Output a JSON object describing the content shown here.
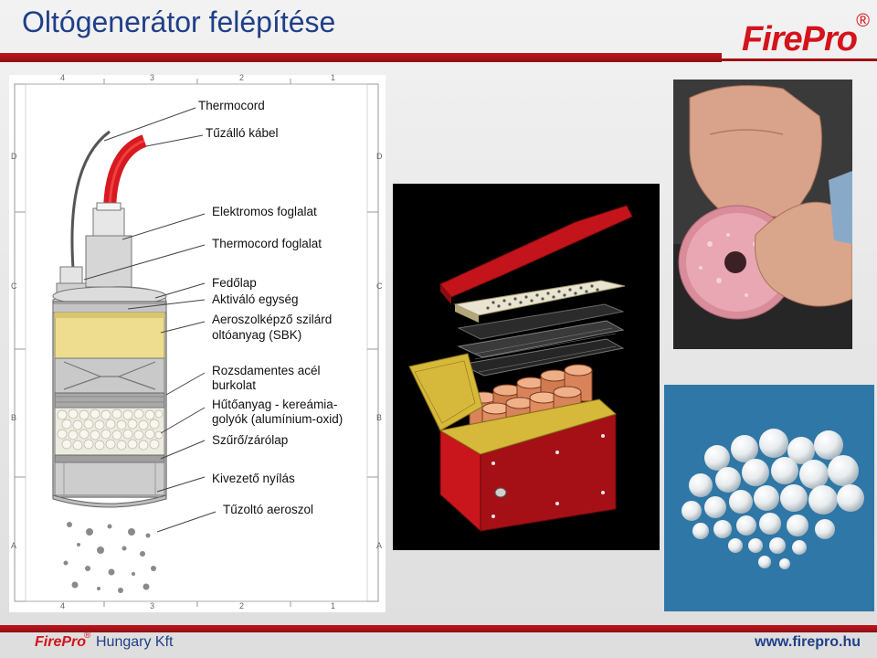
{
  "header": {
    "title": "Oltógenerátor felépítése",
    "logo": "FirePro",
    "logo_reg": "®"
  },
  "diagram": {
    "frame_top_numbers": [
      "4",
      "3",
      "2",
      "1"
    ],
    "frame_bottom_numbers": [
      "4",
      "3",
      "2",
      "1"
    ],
    "frame_side_letters": [
      "D",
      "C",
      "B",
      "A"
    ],
    "labels": {
      "thermocord": "Thermocord",
      "cable": "Tűzálló kábel",
      "electric_socket": "Elektromos foglalat",
      "thermocord_socket": "Thermocord foglalat",
      "cover": "Fedőlap",
      "activator": "Aktiváló egység",
      "aerosol_line1": "Aeroszolképző szilárd",
      "aerosol_line2": "oltóanyag (SBK)",
      "steel_line1": "Rozsdamentes acél",
      "steel_line2": "burkolat",
      "coolant_line1": "Hűtőanyag - kereámia-",
      "coolant_line2": "golyók (alumínium-oxid)",
      "filter": "Szűrő/zárólap",
      "outlet": "Kivezető nyílás",
      "extinguishing": "Tűzoltó aeroszol"
    }
  },
  "footer": {
    "brand": "FirePro",
    "brand_reg": "®",
    "company": "Hungary Kft",
    "url": "www.firepro.hu"
  },
  "colors": {
    "title_blue": "#1f3f88",
    "brand_red": "#d4131b"
  }
}
